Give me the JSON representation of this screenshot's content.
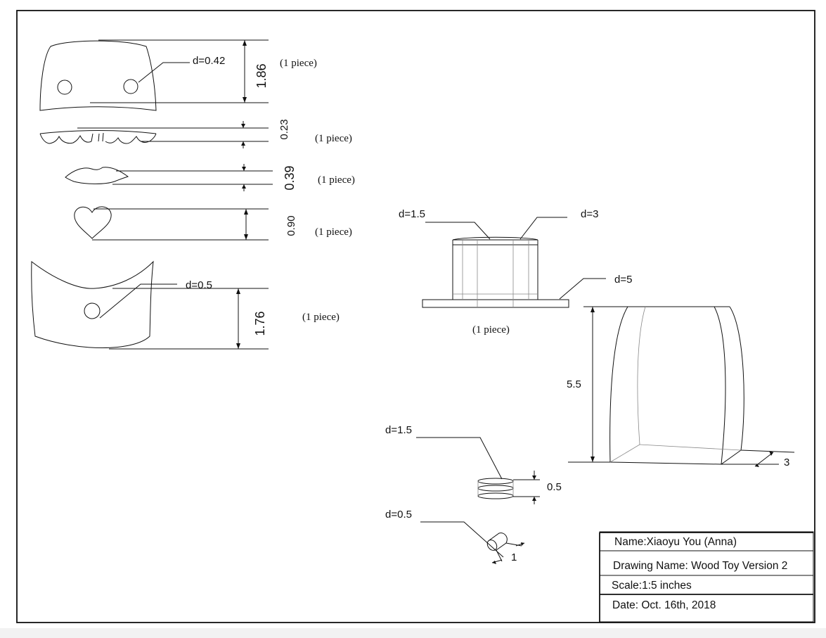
{
  "drawing": {
    "face_top": {
      "diameter_label": "d=0.42",
      "height_label": "1.86",
      "qty_label": "(1 piece)"
    },
    "teeth": {
      "height_label": "0.23",
      "qty_label": "(1 piece)"
    },
    "lips": {
      "height_label": "0.39",
      "qty_label": "(1 piece)"
    },
    "heart": {
      "height_label": "0.90",
      "qty_label": "(1 piece)"
    },
    "face_bottom": {
      "diameter_label": "d=0.5",
      "height_label": "1.76",
      "qty_label": "(1 piece)"
    },
    "hat": {
      "inner_d_label": "d=1.5",
      "outer_d_label": "d=3",
      "brim_d_label": "d=5",
      "qty_label": "(1 piece)"
    },
    "body_block": {
      "height_label": "5.5",
      "depth_label": "3"
    },
    "spring": {
      "diameter_label": "d=1.5",
      "height_label": "0.5"
    },
    "peg": {
      "diameter_label": "d=0.5",
      "length_label": "1"
    }
  },
  "title_block": {
    "name": "Name:Xiaoyu You (Anna)",
    "drawing_name": "Drawing Name: Wood Toy Version 2",
    "scale": "Scale:1:5 inches",
    "date": "Date: Oct. 16th, 2018"
  }
}
